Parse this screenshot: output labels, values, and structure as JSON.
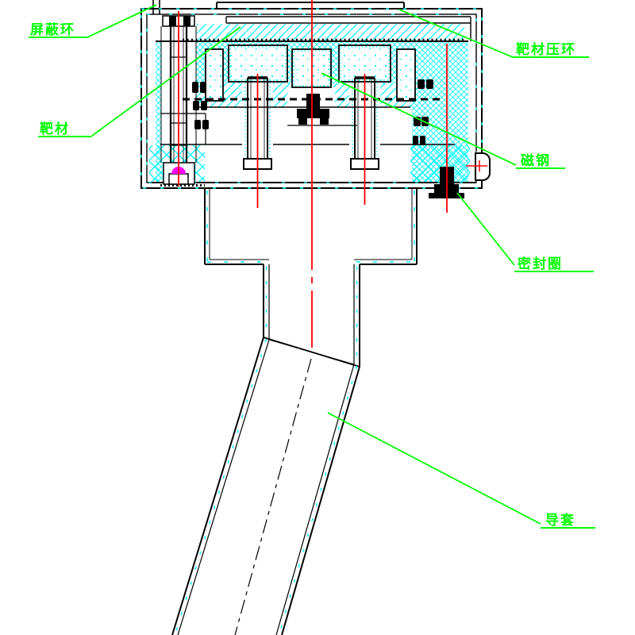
{
  "drawing": {
    "type": "engineering-cross-section",
    "colors": {
      "outline": "#000000",
      "hatch": "#00ffff",
      "centerline": "#ff0000",
      "leader": "#00ff00",
      "marker": "#ff00ff",
      "background": "#ffffff"
    },
    "labels": [
      {
        "name": "shield-ring",
        "text": "屏蔽环"
      },
      {
        "name": "target-material",
        "text": "靶材"
      },
      {
        "name": "target-clamp-ring",
        "text": "靶材压环"
      },
      {
        "name": "magnet-steel",
        "text": "磁钢"
      },
      {
        "name": "seal-ring",
        "text": "密封圈"
      },
      {
        "name": "guide-sleeve",
        "text": "导套"
      }
    ]
  }
}
